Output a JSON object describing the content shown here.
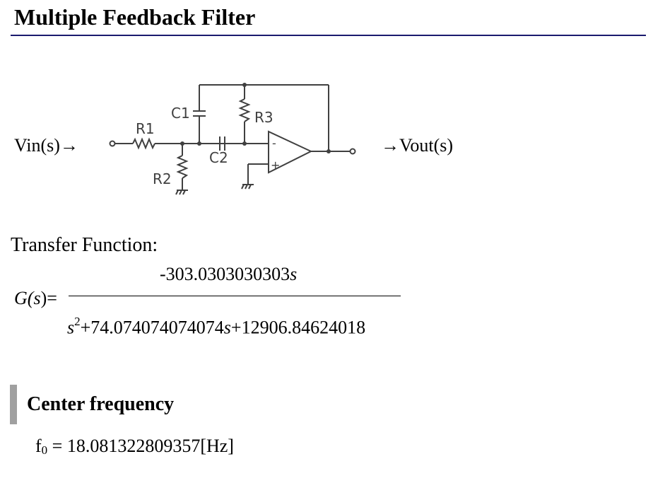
{
  "page": {
    "title": "Multiple Feedback Filter"
  },
  "circuit": {
    "input_label": "Vin(s)→",
    "output_label": "→Vout(s)",
    "components": {
      "r1": "R1",
      "r2": "R2",
      "r3": "R3",
      "c1": "C1",
      "c2": "C2",
      "opamp_minus": "-",
      "opamp_plus": "+"
    }
  },
  "transfer_function": {
    "label": "Transfer Function:",
    "lhs_function": "G(",
    "lhs_variable": "s",
    "lhs_suffix": ")=",
    "numerator_coefficient": "-303.0303030303",
    "numerator_variable": "s",
    "denominator": {
      "term1_variable": "s",
      "term1_exponent": "2",
      "term2_prefix": "+74.074074074074",
      "term2_variable": "s",
      "term3": "+12906.84624018"
    }
  },
  "center_frequency": {
    "heading": "Center frequency",
    "symbol": "f",
    "subscript": "0",
    "expression": " = 18.081322809357[Hz]"
  }
}
